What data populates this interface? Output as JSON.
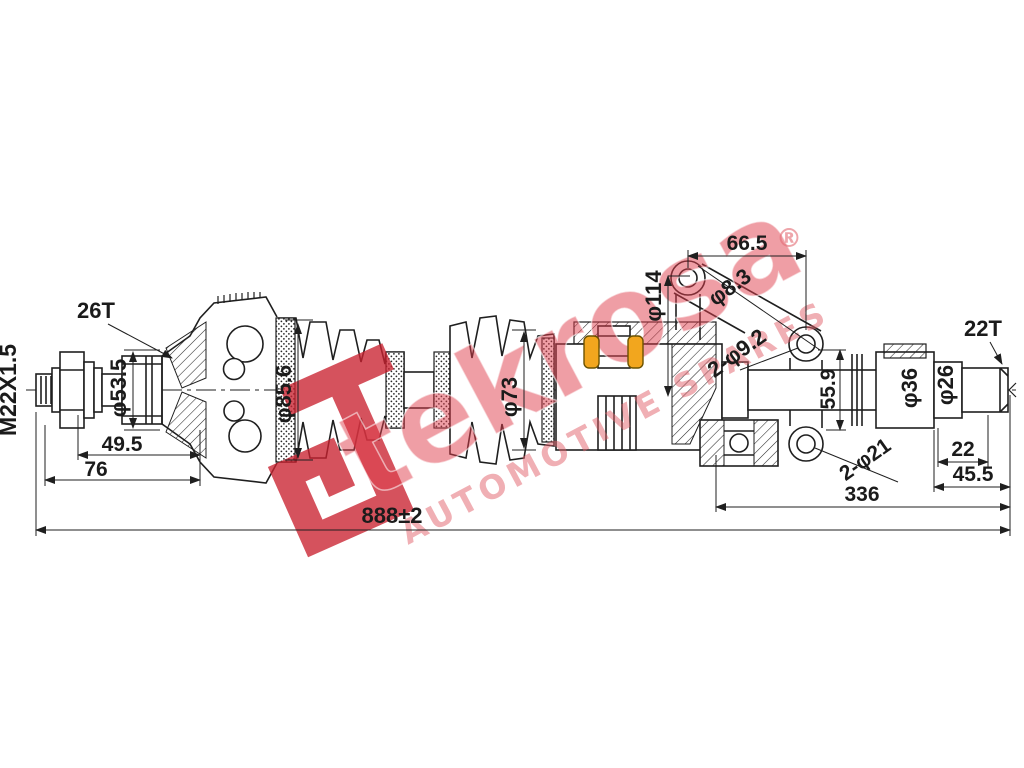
{
  "title": "CV axle drive shaft technical drawing",
  "colors": {
    "line": "#1f1f1f",
    "background": "#ffffff",
    "roller_highlight": "#f2a61e",
    "watermark_pink": "#dd4653"
  },
  "watermark": {
    "brand": "tekrosa",
    "registered": "®",
    "tagline": "AUTOMOTIVE SPARES",
    "logo": "tekrosa-T-monogram"
  },
  "dims": {
    "thread_spec": "M22X1.5",
    "outer_spline": "26T",
    "outer_joint_dia": "φ53.5",
    "len_49_5": "49.5",
    "len_76": "76",
    "boot_outer_dia": "φ85.6",
    "boot_inner_dia": "φ73",
    "bracket_dia": "φ114",
    "bracket_span": "66.5",
    "hole_dia": "φ8.3",
    "holes_pair": "2-φ9.2",
    "housing_len": "55.9",
    "bushing_holes": "2-φ21",
    "shaft_dia_36": "φ36",
    "shaft_dia_26": "φ26",
    "inner_spline": "22T",
    "len_22": "22",
    "len_45_5": "45.5",
    "len_336": "336",
    "overall_len": "888±2"
  }
}
